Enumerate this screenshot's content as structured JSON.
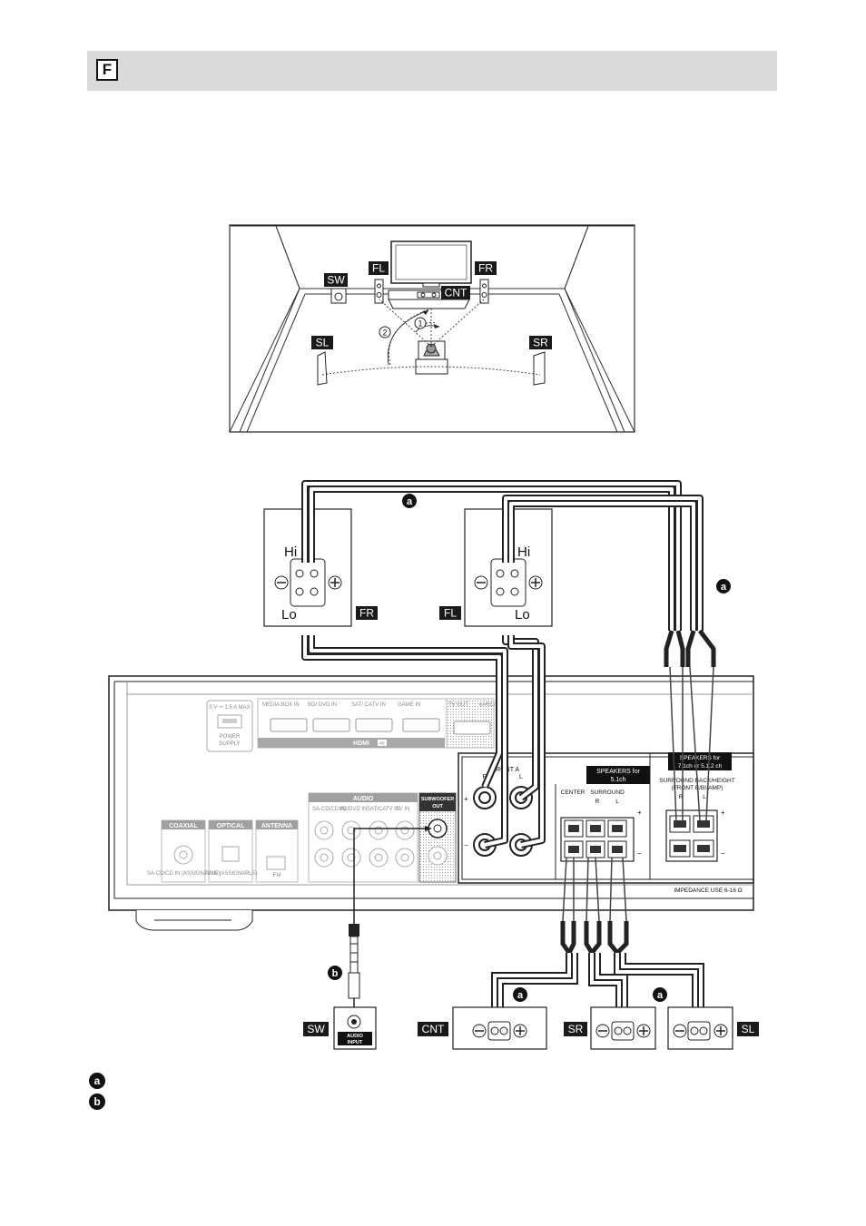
{
  "section": {
    "letter": "F"
  },
  "speaker_tags": {
    "sw": "SW",
    "fl": "FL",
    "fr": "FR",
    "cnt": "CNT",
    "sl": "SL",
    "sr": "SR"
  },
  "angles": {
    "one": "1",
    "two": "2"
  },
  "speaker_terminals": {
    "hi": "Hi",
    "lo": "Lo",
    "minus": "−",
    "plus": "+"
  },
  "cables": {
    "a": "a",
    "b": "b"
  },
  "panel": {
    "usb_rating": "5 V ⎓ 1.5 A MAX",
    "power_supply": "POWER\nSUPPLY",
    "hdmi_inputs": [
      "MEDIA BOX IN",
      "BD/ DVD IN",
      "SAT/ CATV IN",
      "GAME IN"
    ],
    "tv_out": "TV OUT",
    "earc": "eARC/ ARC",
    "hdmi_label": "HDMI",
    "hdmi_badge": "4K",
    "audio_label": "AUDIO",
    "audio_inputs": [
      "SA-CD/CD IN",
      "BD/DVD IN",
      "SAT/CATV IN",
      "TV IN"
    ],
    "coaxial_label": "COAXIAL",
    "coaxial_sub": "SA-CD/CD IN (ASSIGNABLE)",
    "optical_label": "OPTICAL",
    "optical_sub": "TV IN (ASSIGNABLE)",
    "antenna_label": "ANTENNA",
    "antenna_sub": "FM",
    "subwoofer_out": "SUBWOOFER OUT",
    "front_a": "FRONT A",
    "r": "R",
    "l": "L",
    "plus": "+",
    "minus": "−",
    "speakers_51": "SPEAKERS for 5.1ch",
    "center": "CENTER",
    "surround": "SURROUND",
    "speakers_71_line1": "SPEAKERS for",
    "speakers_71_line2": "7.1ch or 5.1.2 ch",
    "surround_back": "SURROUND BACK/HEIGHT",
    "front_biamp": "(FRONT B/BI-AMP)",
    "impedance": "IMPEDANCE USE 6-16 Ω"
  },
  "subwoofer_input": {
    "line1": "AUDIO",
    "line2": "INPUT"
  }
}
